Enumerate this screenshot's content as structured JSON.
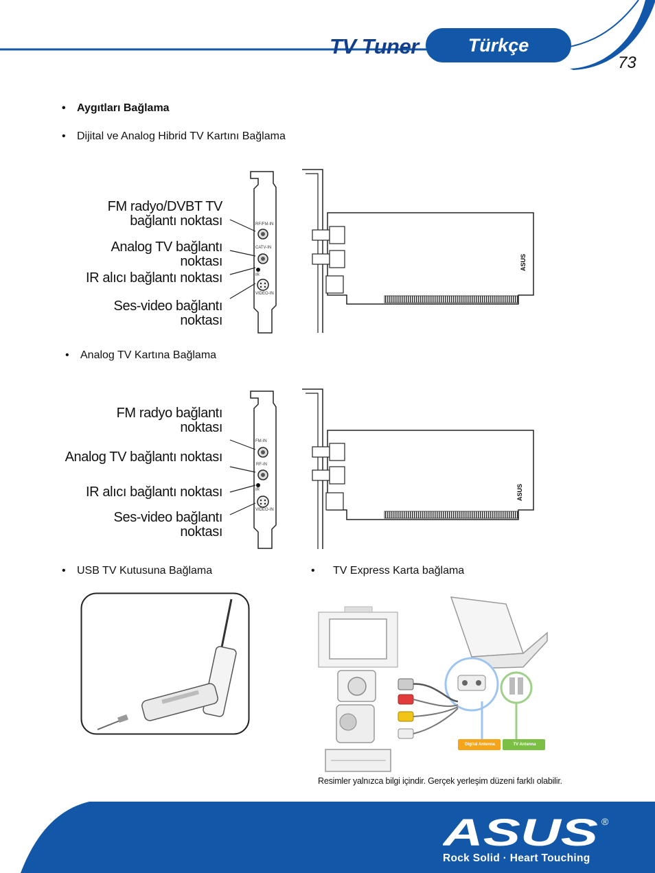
{
  "header": {
    "title": "TV Tuner",
    "language": "Türkçe",
    "page_number": "73"
  },
  "sections": {
    "connecting_devices": "Aygıtları Bağlama",
    "hybrid_card": "Dijital ve Analog Hibrid TV Kartını Bağlama",
    "analog_card": "Analog TV Kartına Bağlama",
    "usb_box": "USB TV Kutusuna Bağlama",
    "express_card": "TV Express Karta bağlama"
  },
  "hybrid_labels": {
    "fm_dvbt_line1": "FM radyo/DVBT TV",
    "fm_dvbt_line2": "bağlantı noktası",
    "analog_line1": "Analog TV bağlantı",
    "analog_line2": "noktası",
    "ir": "IR alıcı bağlantı noktası",
    "sv_line1": "Ses-video bağlantı",
    "sv_line2": "noktası"
  },
  "hybrid_ports": {
    "p1": "RF/FM-IN",
    "p2": "CATV-IN",
    "p3": "IR",
    "p4": "VIDEO-IN"
  },
  "analog_labels": {
    "fm_line1": "FM radyo bağlantı",
    "fm_line2": "noktası",
    "analog": "Analog TV bağlantı noktası",
    "ir": "IR alıcı bağlantı noktası",
    "sv_line1": "Ses-video bağlantı",
    "sv_line2": "noktası"
  },
  "analog_ports": {
    "p1": "FM-IN",
    "p2": "RF-IN",
    "p3": "IR",
    "p4": "VIDEO-IN"
  },
  "express_diagram": {
    "tag1": "Digital Antenna",
    "tag2": "TV Antenna"
  },
  "caption": "Resimler yalnızca bilgi içindir. Gerçek yerleşim düzeni farklı olabilir.",
  "footer": {
    "brand": "ASUS",
    "registered": "®",
    "tagline": "Rock Solid · Heart Touching"
  },
  "colors": {
    "brand_blue": "#1358a8",
    "title_blue": "#123f8c"
  }
}
